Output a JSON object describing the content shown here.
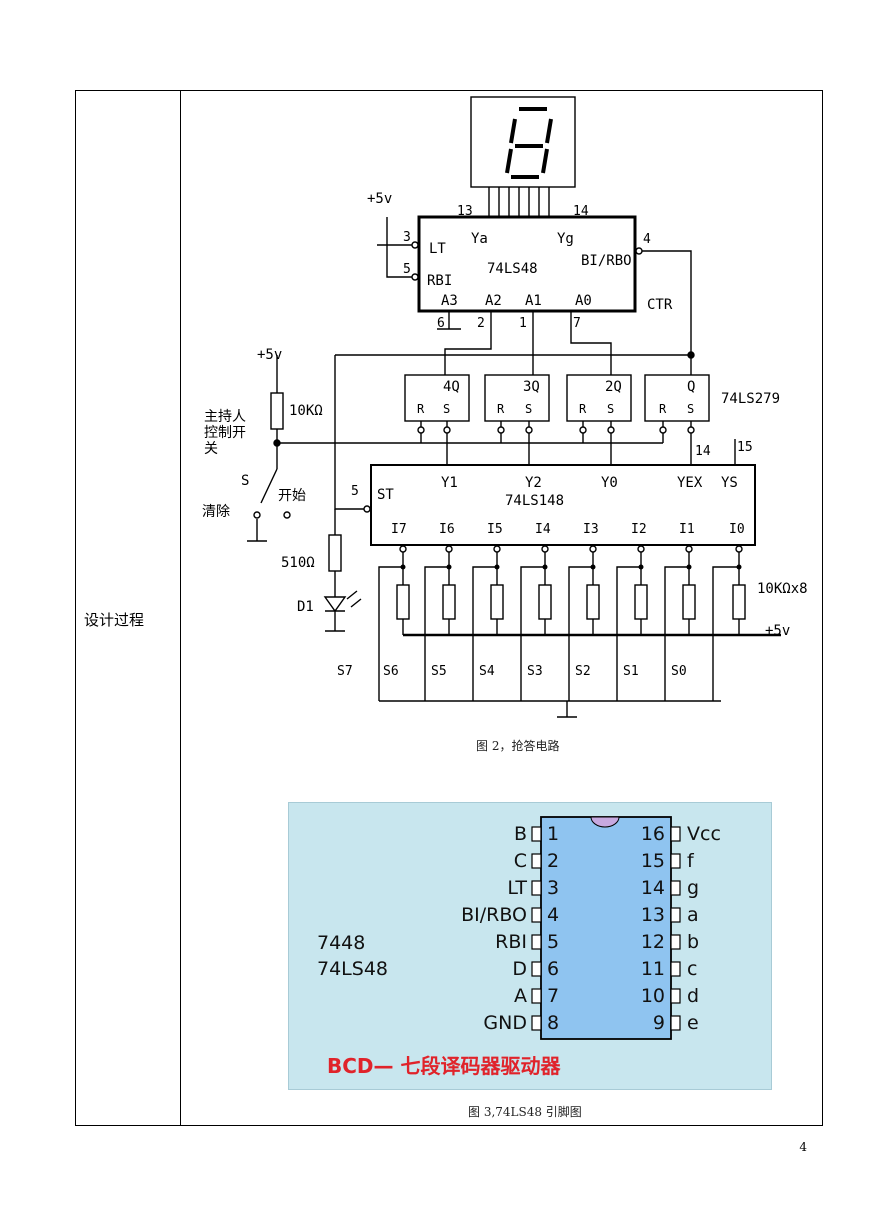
{
  "section_label": "设计过程",
  "figure2": {
    "caption": "图 2，抢答电路",
    "labels": {
      "vcc1": "+5v",
      "vcc2": "+5v",
      "vcc3": "+5v",
      "chip1": "74LS48",
      "chip2": "74LS148",
      "chip3": "74LS279",
      "ctr": "CTR",
      "resistor1": "10KΩ",
      "resistor2": "510Ω",
      "resistor_array": "10KΩx8",
      "led": "D1",
      "switch": "S",
      "host_switch": "主持人控制开关",
      "clear": "清除",
      "start": "开始",
      "lt": "LT",
      "rbi": "RBI",
      "bi_rbo": "BI/RBO",
      "ya": "Ya",
      "yg": "Yg",
      "a3": "A3",
      "a2": "A2",
      "a1": "A1",
      "a0": "A0",
      "st": "ST",
      "y1": "Y1",
      "y2": "Y2",
      "y0": "Y0",
      "yex": "YEX",
      "ys": "YS",
      "q4": "4Q",
      "q3": "3Q",
      "q2": "2Q",
      "q": "Q",
      "r": "R",
      "s": "S",
      "inputs": [
        "I7",
        "I6",
        "I5",
        "I4",
        "I3",
        "I2",
        "I1",
        "I0"
      ],
      "switches": [
        "S7",
        "S6",
        "S5",
        "S4",
        "S3",
        "S2",
        "S1",
        "S0"
      ],
      "pins": {
        "p13": "13",
        "p14": "14",
        "p3": "3",
        "p5": "5",
        "p4": "4",
        "p6": "6",
        "p2": "2",
        "p1": "1",
        "p7": "7",
        "p5b": "5",
        "p14b": "14",
        "p15": "15"
      }
    }
  },
  "figure3": {
    "caption": "图 3,74LS48 引脚图",
    "chip_names": [
      "7448",
      "74LS48"
    ],
    "left_pins": [
      {
        "name": "B",
        "num": "1"
      },
      {
        "name": "C",
        "num": "2"
      },
      {
        "name": "LT",
        "num": "3"
      },
      {
        "name": "BI/RBO",
        "num": "4"
      },
      {
        "name": "RBI",
        "num": "5"
      },
      {
        "name": "D",
        "num": "6"
      },
      {
        "name": "A",
        "num": "7"
      },
      {
        "name": "GND",
        "num": "8"
      }
    ],
    "right_pins": [
      {
        "name": "Vcc",
        "num": "16"
      },
      {
        "name": "f",
        "num": "15"
      },
      {
        "name": "g",
        "num": "14"
      },
      {
        "name": "a",
        "num": "13"
      },
      {
        "name": "b",
        "num": "12"
      },
      {
        "name": "c",
        "num": "11"
      },
      {
        "name": "d",
        "num": "10"
      },
      {
        "name": "e",
        "num": "9"
      }
    ],
    "banner": "BCD— 七段译码器驱动器",
    "colors": {
      "background": "#b9dde8",
      "chip": "#8fc4f0",
      "banner": "#e0232a"
    }
  },
  "page_number": "4"
}
